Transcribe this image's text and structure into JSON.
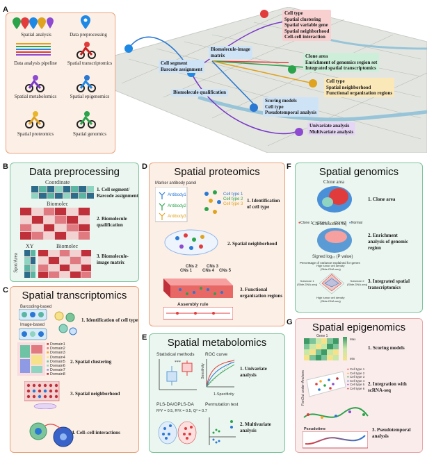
{
  "panels": {
    "A": {
      "letter": "A",
      "legend": [
        {
          "label": "Spatial analysis",
          "icon": "location-pins-icon"
        },
        {
          "label": "Data preprocessing",
          "icon": "blue-pin-icon"
        },
        {
          "label": "Data analysis pipeline",
          "icon": "color-lines-icon"
        },
        {
          "label": "Spatial transcriptomics",
          "icon": "red-rider-icon"
        },
        {
          "label": "Spatial metabolomics",
          "icon": "purple-rider-icon"
        },
        {
          "label": "Spatial epigenomics",
          "icon": "blue-rider-icon"
        },
        {
          "label": "Spatial proteomics",
          "icon": "yellow-rider-icon"
        },
        {
          "label": "Spatial genomics",
          "icon": "green-rider-icon"
        }
      ],
      "map_tags": {
        "cell_segment": "Cell segment\nBarcode assignment",
        "biomolecule_matrix": "Biomolecule-image\nmatrix",
        "biomolecule_qual": "Biomolecule qualification",
        "transcriptomics": "Cell type\nSpatial clustering\nSpatial variable gene\nSpatial neighborhood\nCell-cell interaction",
        "genomics": "Clone area\nEnrichment of genomics region set\nIntegrated spatial transcriptomics",
        "proteomics": "Cell type\nSpatial neighborhood\nFunctional organization regions",
        "epigenomics": "Scoring models\nCell type\nPseudotemporal analysis",
        "metabolomics": "Univariate analysis\nMultivariate analysis"
      }
    },
    "B": {
      "letter": "B",
      "title": "Data preprocessing",
      "coordinate_label": "Coordinate",
      "biomolec_label": "Biomolec",
      "biomolec_label2": "Biomolec",
      "xy_label": "XY",
      "spot_label": "Spot/Area",
      "steps": [
        "1. Cell segment/\nBarcode assignment",
        "2. Biomolecule\nqualification",
        "3. Biomolecule-\nimage matrix"
      ]
    },
    "C": {
      "letter": "C",
      "title": "Spatial transcriptomics",
      "barcoding_label": "Barcoding-based",
      "imaging_label": "Image-based",
      "domains": [
        "Domain1",
        "Domain2",
        "Domain3",
        "Domain4",
        "Domain5",
        "Domain6",
        "Domain7",
        "Domain8"
      ],
      "steps": [
        "1. Identification of  cell type",
        "2. Spatial clustering",
        "3. Spatial neighborhood",
        "4. Cell–cell interactions"
      ]
    },
    "D": {
      "letter": "D",
      "title": "Spatial proteomics",
      "panel_label": "Marker antibody panel",
      "antibodies": [
        "Antibody1",
        "Antibody2",
        "Antibody3"
      ],
      "cell_types": [
        "Cell type 1",
        "Cell type 2",
        "Cell type 3"
      ],
      "cn_labels": [
        "CNs 1",
        "CNs 2",
        "CNs 3",
        "CNs 4",
        "CNs 5"
      ],
      "assembly_label": "Assembly rule",
      "steps": [
        "1. Identification\nof cell type",
        "2. Spatial neighborhood",
        "3. Functional\norganization regions"
      ]
    },
    "E": {
      "letter": "E",
      "title": "Spatial metabolomics",
      "stat_label": "Statistical methods",
      "roc_label": "ROC curve",
      "sens_label": "Sensitivity",
      "spec_label": "1-Specificity",
      "pls_label": "PLS-DA/OPLS-DA",
      "perm_label": "Permutation test",
      "r2_label": "R²Y = 0.5, R²X = 0.5, Q² = 0.7",
      "steps": [
        "1. Univariate\nanalysis",
        "2. Multivariate\nanalysis"
      ]
    },
    "F": {
      "letter": "F",
      "title": "Spatial genomics",
      "clone_area_label": "Clone area",
      "clone_legend": [
        "Clone 1",
        "Clone 2",
        "Clone 3",
        "Normal"
      ],
      "chromosome_label": "Chromosomes 8q",
      "signed_label": "Signed log₁₀ (P value)",
      "variance_label": "Percentage of variance explained for genes",
      "radar_top": "High tumor cell density\n(Slide-DNA-seq)",
      "radar_bottom": "High tumor cell density\n(Slide-DNA-seq)",
      "radar_left": "Subclone 1\n(Slide-DNA-seq)",
      "radar_right": "Subclone 2\n(Slide-DNA-seq)",
      "steps": [
        "1. Clone area",
        "2. Enrichment\nanalysis of genomic\nregion",
        "3. Integrated spatial\ntranscriptomics"
      ]
    },
    "G": {
      "letter": "G",
      "title": "Spatial epigenomics",
      "gene_label": "Gene 1",
      "gene_legend_max": "Max",
      "gene_legend_min": "Min",
      "fanout_label": "FanOut under-Anchors",
      "celltypes": [
        "Cell type 1",
        "Cell type 2",
        "Cell type 3",
        "Cell type 4",
        "Cell type 5",
        "Cell type 6"
      ],
      "pseudotime_label": "Pseudotime",
      "steps": [
        "1. Scoring models",
        "2. Integration with\nscRNA-seq",
        "3. Pseudotemporal\nanalysis"
      ]
    }
  },
  "colors": {
    "orange_border": "#e8a27c",
    "green_border": "#7cc49a",
    "pink_border": "#e6a6a6",
    "heat_dark": "#c0303a",
    "heat_light": "#f3d2d2"
  }
}
